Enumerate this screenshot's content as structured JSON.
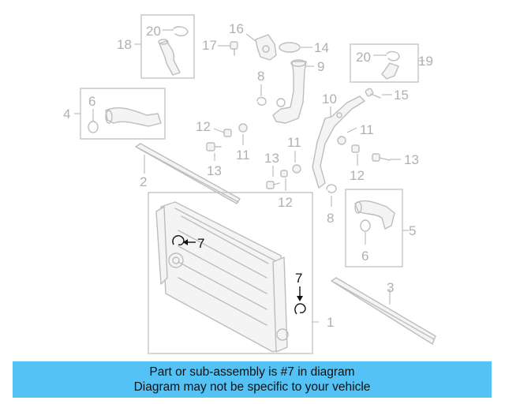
{
  "callouts": {
    "c1": "1",
    "c2": "2",
    "c3": "3",
    "c4": "4",
    "c5": "5",
    "c6a": "6",
    "c6b": "6",
    "c7a": "7",
    "c7b": "7",
    "c8a": "8",
    "c8b": "8",
    "c9": "9",
    "c10": "10",
    "c11a": "11",
    "c11b": "11",
    "c11c": "11",
    "c12a": "12",
    "c12b": "12",
    "c12c": "12",
    "c13a": "13",
    "c13b": "13",
    "c13c": "13",
    "c14": "14",
    "c15": "15",
    "c16": "16",
    "c17": "17",
    "c18": "18",
    "c19": "19",
    "c20a": "20",
    "c20b": "20"
  },
  "banner": {
    "line1": "Part or sub-assembly is #7 in diagram",
    "line2": "Diagram may not be specific to your vehicle"
  },
  "colors": {
    "banner_bg": "#54c2f4",
    "highlight": "#111111",
    "part_line": "#bdbdbd"
  }
}
